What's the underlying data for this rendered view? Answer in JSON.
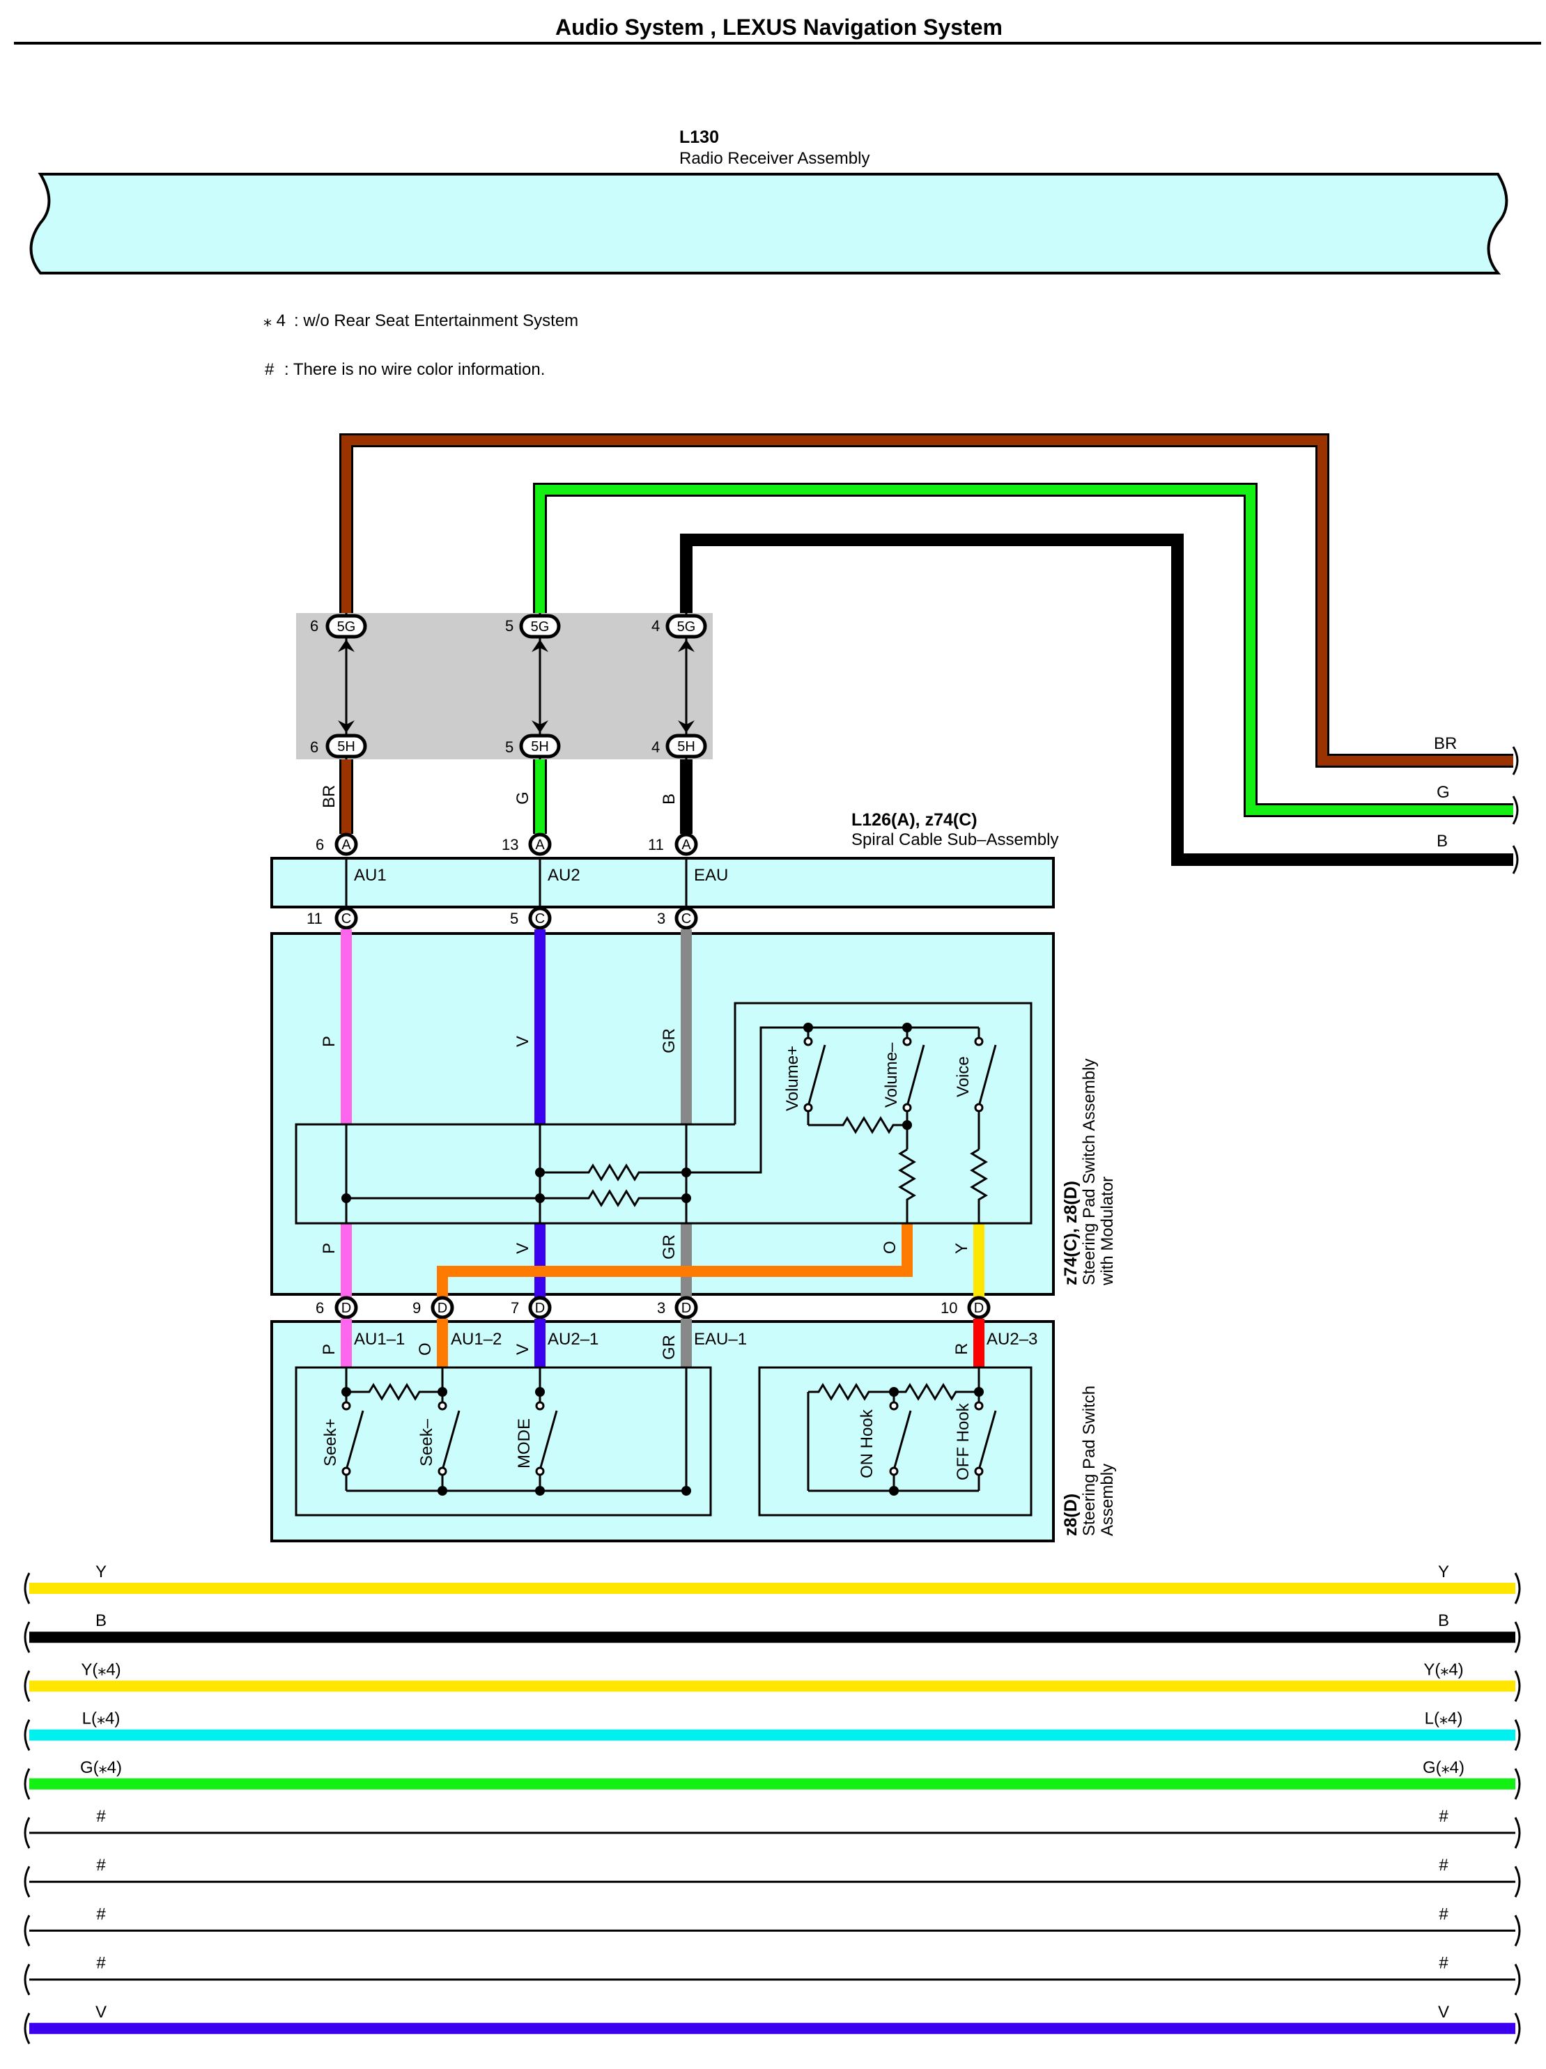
{
  "title": "Audio System , LEXUS Navigation System",
  "receiver": {
    "code": "L130",
    "name": "Radio Receiver Assembly"
  },
  "notes": [
    {
      "mark": "⁎ 4",
      "text": ": w/o Rear Seat Entertainment System"
    },
    {
      "mark": "#",
      "text": ": There is no wire color information."
    }
  ],
  "top_wire_labels": [
    "BR",
    "G",
    "B"
  ],
  "junction": {
    "upper_connector": "5G",
    "lower_connector": "5H",
    "pins": [
      "6",
      "5",
      "4"
    ]
  },
  "spiral_cable": {
    "code": "L126(A), z74(C)",
    "name": "Spiral Cable Sub–Assembly",
    "terminals": [
      "AU1",
      "AU2",
      "EAU"
    ],
    "a_pins": [
      "6",
      "13",
      "11"
    ],
    "a_letter": "A",
    "c_pins": [
      "11",
      "5",
      "3"
    ],
    "c_letter": "C"
  },
  "modulator_assy": {
    "code": "z74(C), z8(D)",
    "name_line1": "Steering Pad Switch Assembly",
    "name_line2": "with Modulator",
    "wires": [
      "P",
      "V",
      "GR",
      "O",
      "Y"
    ],
    "switches": [
      "Volume+",
      "Volume–",
      "Voice"
    ]
  },
  "steering_pad": {
    "code": "z8(D)",
    "name_line1": "Steering Pad Switch",
    "name_line2": "Assembly",
    "d_letter": "D",
    "d_pins": [
      "6",
      "9",
      "7",
      "3",
      "10"
    ],
    "wires": [
      "P",
      "O",
      "V",
      "GR",
      "R"
    ],
    "terminals": [
      "AU1–1",
      "AU1–2",
      "AU2–1",
      "EAU–1",
      "AU2–3"
    ],
    "switches": [
      "Seek+",
      "Seek–",
      "MODE",
      "ON Hook",
      "OFF Hook"
    ]
  },
  "bus_wires": [
    {
      "label": "Y",
      "color": "#ffe600"
    },
    {
      "label": "B",
      "color": "#000000"
    },
    {
      "label": "Y(⁎4)",
      "color": "#ffe600"
    },
    {
      "label": "L(⁎4)",
      "color": "#00f0f0"
    },
    {
      "label": "G(⁎4)",
      "color": "#14f014"
    },
    {
      "label": "#",
      "color": "#000000"
    },
    {
      "label": "#",
      "color": "#000000"
    },
    {
      "label": "#",
      "color": "#000000"
    },
    {
      "label": "#",
      "color": "#000000"
    },
    {
      "label": "V",
      "color": "#3b00f0"
    }
  ],
  "colors": {
    "BR": "#9a3300",
    "G": "#14f014",
    "B": "#000000",
    "P": "#ff66ee",
    "V": "#3b00f0",
    "GR": "#888888",
    "O": "#ff7a00",
    "Y": "#ffe600",
    "R": "#ff0000",
    "panel": "#ccfdfd",
    "junction_box": "#cccccc"
  }
}
